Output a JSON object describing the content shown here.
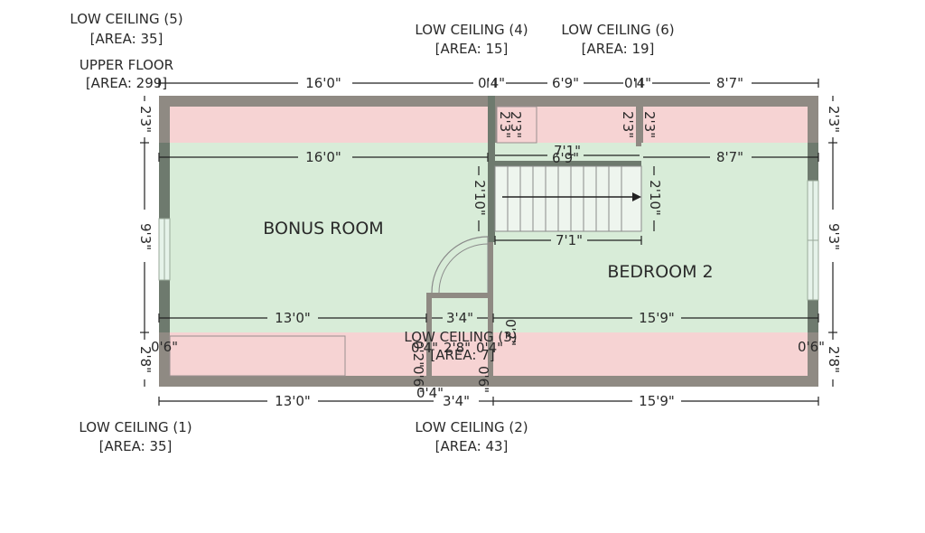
{
  "colors": {
    "wall": "#8f8a83",
    "wall_dark": "#6e7a6e",
    "low_ceiling_fill": "#f6d3d3",
    "room_fill": "#d8ecd8",
    "window": "#e6f3ea",
    "dim_line": "#222222"
  },
  "labels": {
    "upper_floor": "UPPER FLOOR",
    "upper_floor_area": "[AREA: 299]",
    "lc1": "LOW CEILING (1)",
    "lc1_area": "[AREA: 35]",
    "lc2": "LOW CEILING (2)",
    "lc2_area": "[AREA: 43]",
    "lc3": "LOW CEILING (3)",
    "lc3_area": "[AREA: 7]",
    "lc4": "LOW CEILING (4)",
    "lc4_area": "[AREA: 15]",
    "lc5": "LOW CEILING (5)",
    "lc5_area": "[AREA: 35]",
    "lc6": "LOW CEILING (6)",
    "lc6_area": "[AREA: 19]"
  },
  "rooms": {
    "bonus": "BONUS ROOM",
    "bedroom2": "BEDROOM 2"
  },
  "dims": {
    "top_16_0": "16'0\"",
    "top_0_4a": "0'4\"",
    "top_6_9": "6'9\"",
    "top_0_4b": "0'4\"",
    "top_8_7": "8'7\"",
    "inner_16_0": "16'0\"",
    "inner_7_1_top": "7'1\"",
    "inner_6_9": "6'9\"",
    "inner_8_7": "8'7\"",
    "stair_2_10_left": "2'10\"",
    "stair_2_10_right": "2'10\"",
    "stair_7_1": "7'1\"",
    "mid_13_0": "13'0\"",
    "mid_3_4": "3'4\"",
    "mid_15_9": "15'9\"",
    "bot_13_0": "13'0\"",
    "bot_3_4": "3'4\"",
    "bot_15_9": "15'9\"",
    "left_2_3": "2'3\"",
    "left_9_3": "9'3\"",
    "left_2_8": "2'8\"",
    "right_2_3": "2'3\"",
    "right_9_3": "9'3\"",
    "right_2_8": "2'8\"",
    "lc4_2_3a": "2'3\"",
    "lc4_2_3b": "2'3\"",
    "lc6_2_3a": "2'3\"",
    "lc6_2_3b": "2'3\"",
    "left_0_6": "0'6\"",
    "right_0_6": "0'6\"",
    "closet_0_4_left": "0'4\"",
    "closet_2_8": "2'8\"",
    "closet_0_4_right": "0'4\"",
    "closet_0_4_bottom": "0'4\"",
    "closet_v_0_2": "0'2\"",
    "closet_v_0_6": "0'6\"",
    "closet_v_0_6b": "0'6\"",
    "closet_v_0_2b": "0'2\""
  }
}
